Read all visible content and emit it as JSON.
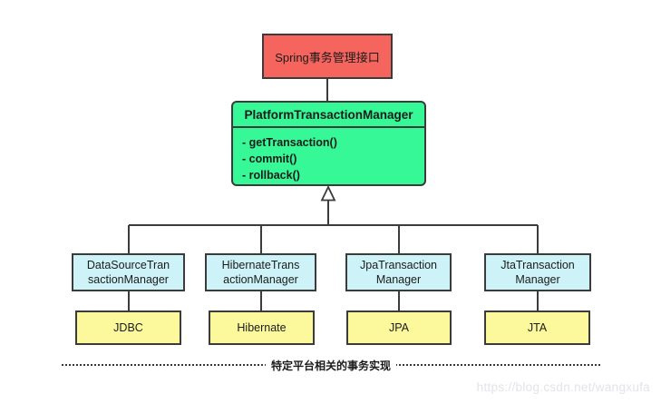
{
  "diagram": {
    "interface_box": {
      "label": "Spring事务管理接口"
    },
    "platform_manager": {
      "title": "PlatformTransactionManager",
      "methods": [
        "- getTransaction()",
        "- commit()",
        "- rollback()"
      ]
    },
    "managers": [
      {
        "line1": "DataSourceTran",
        "line2": "sactionManager",
        "platform": "JDBC"
      },
      {
        "line1": "HibernateTrans",
        "line2": "actionManager",
        "platform": "Hibernate"
      },
      {
        "line1": "JpaTransaction",
        "line2": "Manager",
        "platform": "JPA"
      },
      {
        "line1": "JtaTransaction",
        "line2": "Manager",
        "platform": "JTA"
      }
    ],
    "footer_label": "特定平台相关的事务实现",
    "watermark": "https://blog.csdn.net/wangxufa",
    "colors": {
      "interface_fill": "#f5655e",
      "manager_fill": "#36f897",
      "impl_fill": "#cdf3f8",
      "platform_fill": "#fbf99c",
      "border": "#3b3b3b",
      "text": "#1b1b1b",
      "watermark": "#e3e3e9"
    }
  }
}
